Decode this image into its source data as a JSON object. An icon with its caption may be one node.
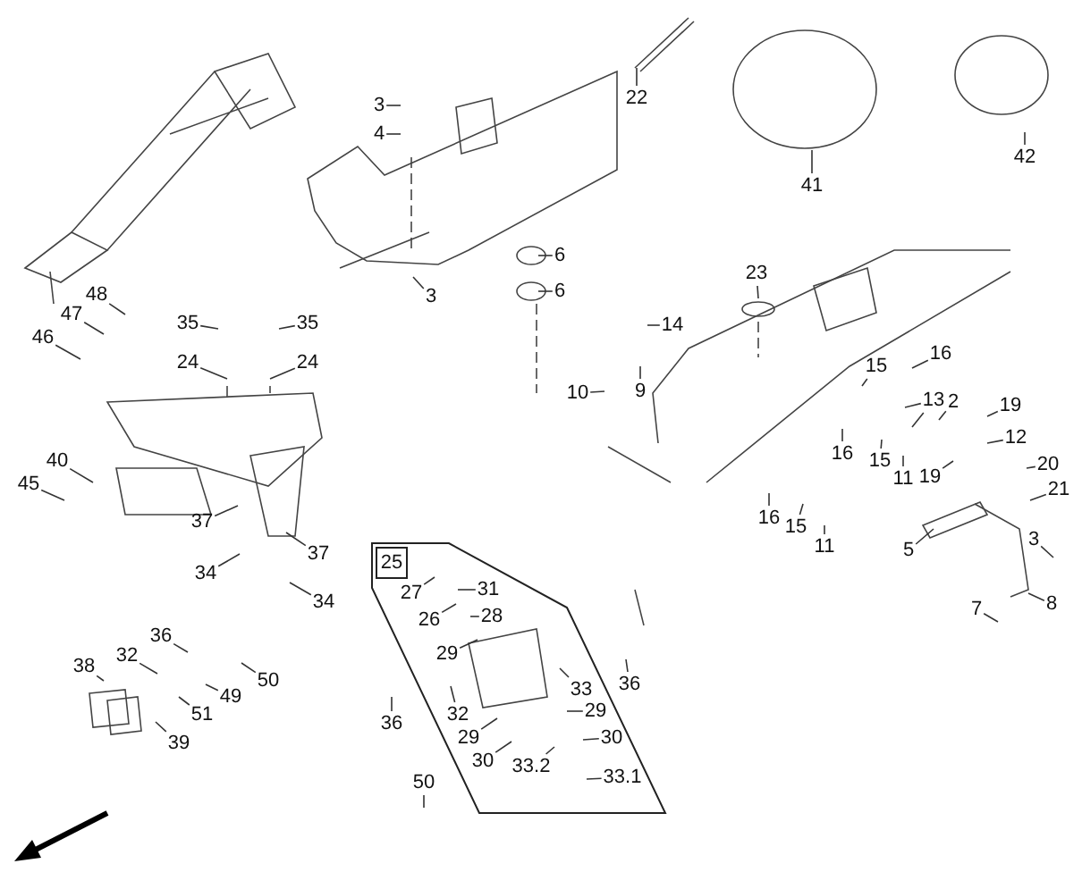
{
  "diagram": {
    "nodes": [
      {
        "text": [
          "3"
        ]
      },
      {
        "text": [
          "4"
        ]
      },
      {
        "text": [
          "22"
        ]
      },
      {
        "text": [
          "41"
        ]
      },
      {
        "text": [
          "42"
        ]
      },
      {
        "text": [
          "6"
        ]
      },
      {
        "text": [
          "3"
        ]
      },
      {
        "text": [
          "23"
        ]
      },
      {
        "text": [
          "6"
        ]
      },
      {
        "text": [
          "48"
        ]
      },
      {
        "text": [
          "47"
        ]
      },
      {
        "text": [
          "14"
        ]
      },
      {
        "text": [
          "35"
        ]
      },
      {
        "text": [
          "35"
        ]
      },
      {
        "text": [
          "46"
        ]
      },
      {
        "text": [
          "24"
        ]
      },
      {
        "text": [
          "24"
        ]
      },
      {
        "text": [
          "16"
        ]
      },
      {
        "text": [
          "15"
        ]
      },
      {
        "text": [
          "13"
        ]
      },
      {
        "text": [
          "9"
        ]
      },
      {
        "text": [
          "10"
        ]
      },
      {
        "text": [
          "2"
        ]
      },
      {
        "text": [
          "19"
        ]
      },
      {
        "text": [
          "12"
        ]
      },
      {
        "text": [
          "16"
        ]
      },
      {
        "text": [
          "15"
        ]
      },
      {
        "text": [
          "40"
        ]
      },
      {
        "text": [
          "20"
        ]
      },
      {
        "text": [
          "19"
        ]
      },
      {
        "text": [
          "11"
        ]
      },
      {
        "text": [
          "21"
        ]
      },
      {
        "text": [
          "45"
        ]
      },
      {
        "text": [
          "16"
        ]
      },
      {
        "text": [
          "37"
        ]
      },
      {
        "text": [
          "15"
        ]
      },
      {
        "text": [
          "3"
        ]
      },
      {
        "text": [
          "11"
        ]
      },
      {
        "text": [
          "5"
        ]
      },
      {
        "text": [
          "37"
        ]
      },
      {
        "text": [
          "25"
        ]
      },
      {
        "text": [
          "27"
        ],
        "in": 40
      },
      {
        "text": [
          "31"
        ],
        "in": 40
      },
      {
        "text": [
          "34"
        ]
      },
      {
        "text": [
          "8"
        ]
      },
      {
        "text": [
          "34"
        ]
      },
      {
        "text": [
          "7"
        ]
      },
      {
        "text": [
          "26"
        ],
        "in": 40
      },
      {
        "text": [
          "28"
        ],
        "in": 40
      },
      {
        "text": [
          "36"
        ]
      },
      {
        "text": [
          "29"
        ],
        "in": 40
      },
      {
        "text": [
          "32"
        ]
      },
      {
        "text": [
          "38"
        ]
      },
      {
        "text": [
          "50"
        ]
      },
      {
        "text": [
          "36"
        ]
      },
      {
        "text": [
          "33"
        ],
        "in": 40
      },
      {
        "text": [
          "49"
        ]
      },
      {
        "text": [
          "32"
        ],
        "in": 40
      },
      {
        "text": [
          "29"
        ],
        "in": 40
      },
      {
        "text": [
          "51"
        ]
      },
      {
        "text": [
          "36"
        ]
      },
      {
        "text": [
          "30"
        ],
        "in": 40
      },
      {
        "text": [
          "39"
        ]
      },
      {
        "text": [
          "29"
        ],
        "in": 40
      },
      {
        "text": [
          "30"
        ],
        "in": 40
      },
      {
        "text": [
          "33.2"
        ],
        "in": 40
      },
      {
        "text": [
          "33.1"
        ],
        "in": 40
      },
      {
        "text": [
          "50"
        ]
      }
    ],
    "edges": [
      {
        "from": 0,
        "to": null,
        "arrow": "none"
      },
      {
        "from": 1,
        "to": null,
        "arrow": "none"
      },
      {
        "from": 2,
        "to": null,
        "arrow": "none"
      },
      {
        "from": 3,
        "to": null,
        "arrow": "none"
      },
      {
        "from": 4,
        "to": null,
        "arrow": "none"
      },
      {
        "from": 5,
        "to": null,
        "arrow": "none"
      },
      {
        "from": 6,
        "to": null,
        "arrow": "none"
      },
      {
        "from": 7,
        "to": null,
        "arrow": "none"
      },
      {
        "from": 8,
        "to": null,
        "arrow": "none"
      },
      {
        "from": 9,
        "to": null,
        "arrow": "none"
      },
      {
        "from": 10,
        "to": null,
        "arrow": "none"
      },
      {
        "from": 11,
        "to": null,
        "arrow": "none"
      },
      {
        "from": 12,
        "to": null,
        "arrow": "none"
      },
      {
        "from": 13,
        "to": null,
        "arrow": "none"
      },
      {
        "from": 14,
        "to": null,
        "arrow": "none"
      },
      {
        "from": 15,
        "to": null,
        "arrow": "none"
      },
      {
        "from": 16,
        "to": null,
        "arrow": "none"
      },
      {
        "from": 17,
        "to": null,
        "arrow": "none"
      },
      {
        "from": 18,
        "to": null,
        "arrow": "none"
      },
      {
        "from": 19,
        "to": null,
        "arrow": "none"
      },
      {
        "from": 19,
        "to": null,
        "arrow": "none"
      },
      {
        "from": 20,
        "to": null,
        "arrow": "none"
      },
      {
        "from": 21,
        "to": null,
        "arrow": "none"
      },
      {
        "from": 22,
        "to": null,
        "arrow": "none"
      },
      {
        "from": 23,
        "to": null,
        "arrow": "none"
      },
      {
        "from": 24,
        "to": null,
        "arrow": "none"
      },
      {
        "from": 25,
        "to": null,
        "arrow": "none"
      },
      {
        "from": 26,
        "to": null,
        "arrow": "none"
      },
      {
        "from": 27,
        "to": null,
        "arrow": "none"
      },
      {
        "from": 28,
        "to": null,
        "arrow": "none"
      },
      {
        "from": 29,
        "to": null,
        "arrow": "none"
      },
      {
        "from": 30,
        "to": null,
        "arrow": "none"
      },
      {
        "from": 31,
        "to": null,
        "arrow": "none"
      },
      {
        "from": 32,
        "to": null,
        "arrow": "none"
      },
      {
        "from": 33,
        "to": null,
        "arrow": "none"
      },
      {
        "from": 34,
        "to": null,
        "arrow": "none"
      },
      {
        "from": 35,
        "to": null,
        "arrow": "none"
      },
      {
        "from": 36,
        "to": null,
        "arrow": "none"
      },
      {
        "from": 37,
        "to": null,
        "arrow": "none"
      },
      {
        "from": 38,
        "to": null,
        "arrow": "none"
      },
      {
        "from": 39,
        "to": null,
        "arrow": "none"
      },
      {
        "from": 41,
        "to": null,
        "arrow": "none"
      },
      {
        "from": 42,
        "to": null,
        "arrow": "none"
      },
      {
        "from": 43,
        "to": null,
        "arrow": "none"
      },
      {
        "from": 44,
        "to": null,
        "arrow": "none"
      },
      {
        "from": 45,
        "to": null,
        "arrow": "none"
      },
      {
        "from": 46,
        "to": null,
        "arrow": "none"
      },
      {
        "from": 47,
        "to": null,
        "arrow": "none"
      },
      {
        "from": 48,
        "to": null,
        "arrow": "none"
      },
      {
        "from": 49,
        "to": null,
        "arrow": "none"
      },
      {
        "from": 50,
        "to": null,
        "arrow": "none"
      },
      {
        "from": 51,
        "to": null,
        "arrow": "none"
      },
      {
        "from": 52,
        "to": null,
        "arrow": "none"
      },
      {
        "from": 53,
        "to": null,
        "arrow": "none"
      },
      {
        "from": 54,
        "to": null,
        "arrow": "none"
      },
      {
        "from": 55,
        "to": null,
        "arrow": "none"
      },
      {
        "from": 56,
        "to": null,
        "arrow": "none"
      },
      {
        "from": 57,
        "to": null,
        "arrow": "none"
      },
      {
        "from": 58,
        "to": null,
        "arrow": "none"
      },
      {
        "from": 59,
        "to": null,
        "arrow": "none"
      },
      {
        "from": 60,
        "to": null,
        "arrow": "none"
      },
      {
        "from": 61,
        "to": null,
        "arrow": "none"
      },
      {
        "from": 62,
        "to": null,
        "arrow": "none"
      },
      {
        "from": 63,
        "to": null,
        "arrow": "none"
      },
      {
        "from": 64,
        "to": null,
        "arrow": "none"
      },
      {
        "from": 65,
        "to": null,
        "arrow": "none"
      },
      {
        "from": 66,
        "to": null,
        "arrow": "none"
      },
      {
        "from": 67,
        "to": null,
        "arrow": "none"
      }
    ]
  }
}
